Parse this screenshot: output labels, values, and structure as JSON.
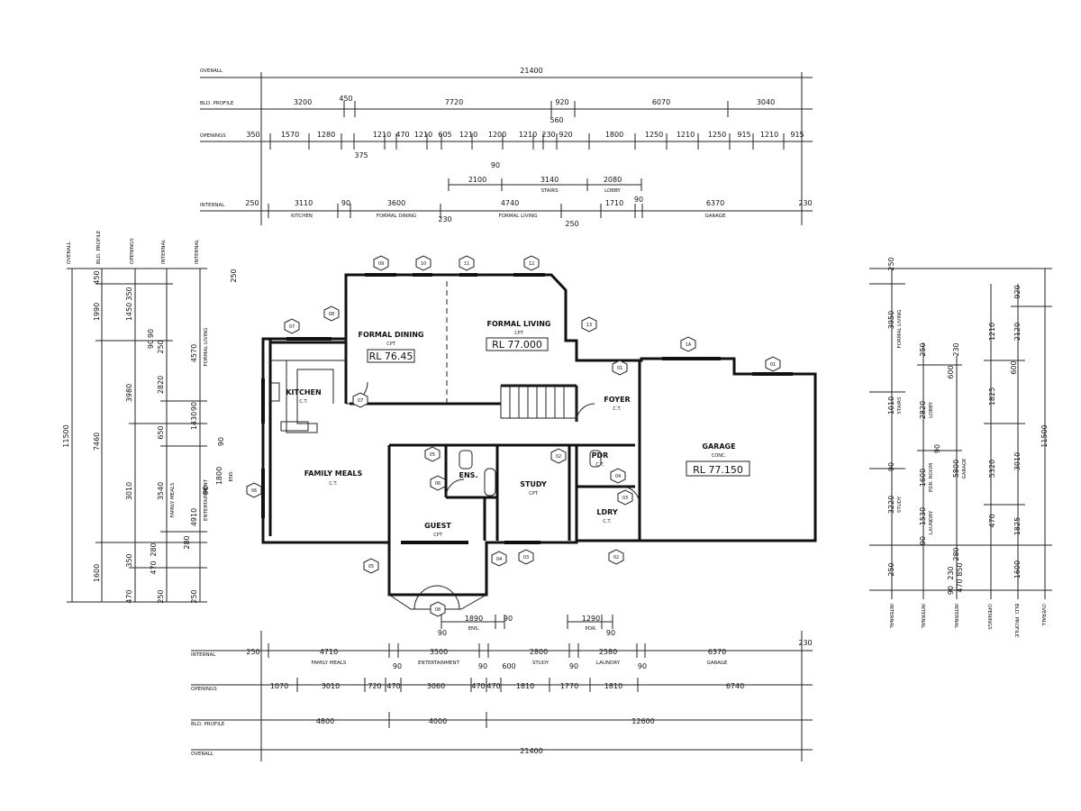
{
  "rows": {
    "overall": "OVERALL",
    "bld_profile": "BLD. PROFILE",
    "openings": "OPENINGS",
    "internal": "INTERNAL"
  },
  "top": {
    "overall": [
      "21400"
    ],
    "bld_profile": [
      "3200",
      "450",
      "7720",
      "920",
      "6070",
      "3040"
    ],
    "openings": [
      "350",
      "1570",
      "1280",
      "1210",
      "470",
      "1210",
      "605",
      "1210",
      "1200",
      "1210",
      "230",
      "920",
      "1800",
      "1250",
      "1210",
      "1250",
      "915",
      "1210",
      "915"
    ],
    "openings_extra": [
      "375",
      "560"
    ],
    "upper": [
      "2100",
      "90",
      "3140",
      "2080"
    ],
    "upper_rooms": [
      "STAIRS",
      "LOBBY"
    ],
    "internal": [
      "250",
      "3110",
      "90",
      "3600",
      "4740",
      "1710",
      "90",
      "6370",
      "230"
    ],
    "internal_rooms": [
      "KITCHEN",
      "FORMAL DINING",
      "FORMAL LIVING",
      "GARAGE"
    ],
    "internal_extra": [
      "230",
      "250"
    ]
  },
  "bottom": {
    "internal": [
      "250",
      "4710",
      "3500",
      "2800",
      "2580",
      "6370",
      "230"
    ],
    "internal_rooms": [
      "FAMILY MEALS",
      "ENTERTAINMENT",
      "STUDY",
      "LAUNDRY",
      "GARAGE"
    ],
    "internal_gaps": [
      "90",
      "90",
      "90",
      "90"
    ],
    "internal_extra": [
      "600"
    ],
    "openings": [
      "1070",
      "3010",
      "720",
      "470",
      "3060",
      "470",
      "470",
      "1810",
      "1770",
      "1810",
      "6740"
    ],
    "bld_profile": [
      "4800",
      "4000",
      "12600"
    ],
    "overall": [
      "21400"
    ],
    "upper": [
      "1890",
      "90",
      "1290"
    ],
    "upper_labels": [
      "ENS.",
      "PDR."
    ],
    "upper_small": [
      "90",
      "90"
    ]
  },
  "left": {
    "overall": [
      "11500"
    ],
    "bld_profile": [
      "1600",
      "7460",
      "450",
      "1990"
    ],
    "openings": [
      "470",
      "350",
      "3010",
      "3980",
      "1450",
      "350"
    ],
    "internal": [
      "250",
      "280",
      "3540",
      "650",
      "2820",
      "250",
      "90"
    ],
    "rooms": [
      "FAMILY MEALS",
      "ENTERTAINMENT",
      "FORMAL LIVING"
    ],
    "far": [
      "250",
      "4910",
      "1800",
      "90",
      "1430",
      "90",
      "4570",
      "250"
    ],
    "far_labels": [
      "ENS."
    ],
    "small": [
      "470",
      "280",
      "90",
      "90"
    ]
  },
  "right": {
    "overall": [
      "11500"
    ],
    "bld_profile": [
      "1600",
      "3010",
      "5320",
      "1825",
      "2120",
      "920"
    ],
    "openings": [
      "850",
      "470",
      "1825",
      "470",
      "1210",
      "600"
    ],
    "internal": [
      "250",
      "3220",
      "1010",
      "3950",
      "250",
      "1530",
      "1600",
      "2820",
      "230",
      "280",
      "5800",
      "600"
    ],
    "rooms": [
      "FORMAL LIVING",
      "STAIRS",
      "STUDY",
      "LAUNDRY",
      "PDR. ROOM",
      "LOBBY",
      "GARAGE"
    ],
    "small": [
      "90",
      "90",
      "90",
      "90",
      "230",
      "250"
    ]
  },
  "rooms": {
    "formal_dining": {
      "name": "FORMAL DINING",
      "floor": "CPT",
      "rl": "RL 76.45"
    },
    "formal_living": {
      "name": "FORMAL LIVING",
      "floor": "CPT",
      "rl": "RL 77.000"
    },
    "kitchen": {
      "name": "KITCHEN",
      "floor": "C.T."
    },
    "family_meals": {
      "name": "FAMILY MEALS",
      "floor": "C.T."
    },
    "foyer": {
      "name": "FOYER",
      "floor": "C.T."
    },
    "garage": {
      "name": "GARAGE",
      "floor": "CONC.",
      "rl": "RL 77.150"
    },
    "ens": {
      "name": "ENS."
    },
    "study": {
      "name": "STUDY",
      "floor": "CPT"
    },
    "pdr": {
      "name": "PDR",
      "floor": "C.T."
    },
    "ldry": {
      "name": "LDRY",
      "floor": "C.T."
    },
    "guest": {
      "name": "GUEST",
      "floor": "CPT"
    }
  },
  "markers": {
    "m1": "09",
    "m2": "10",
    "m3": "11",
    "m4": "12",
    "m5": "13",
    "m6": "1A",
    "m7": "01",
    "m8": "01",
    "m9": "07",
    "m10": "08",
    "m11": "07",
    "m12": "06",
    "m13": "05",
    "m14": "06",
    "m15": "02",
    "m16": "04",
    "m17": "03",
    "m18": "05",
    "m19": "04",
    "m20": "03",
    "m21": "02",
    "m22": "08"
  }
}
